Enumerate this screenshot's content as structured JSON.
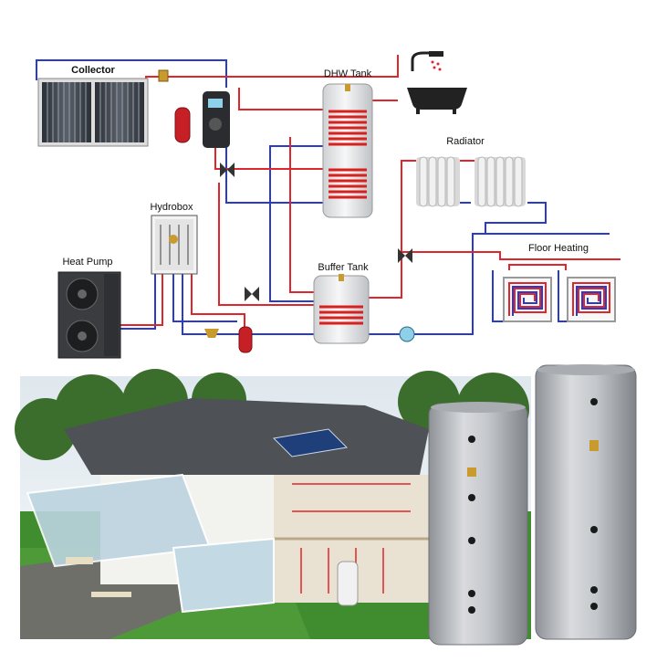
{
  "labels": {
    "collector": "Collector",
    "dhw_tank": "DHW Tank",
    "radiator": "Radiator",
    "hydrobox": "Hydrobox",
    "heat_pump": "Heat Pump",
    "buffer_tank": "Buffer Tank",
    "floor_heating": "Floor Heating"
  },
  "colors": {
    "hot_pipe": "#e0262a",
    "cold_pipe": "#2a3bc9",
    "coil": "#d8201e",
    "tank_body": "#e9e9ea",
    "tank_photo": "#b9bcc0",
    "grass": "#3f8d2f",
    "roof": "#4e5257",
    "sky": "#eef3f6"
  }
}
